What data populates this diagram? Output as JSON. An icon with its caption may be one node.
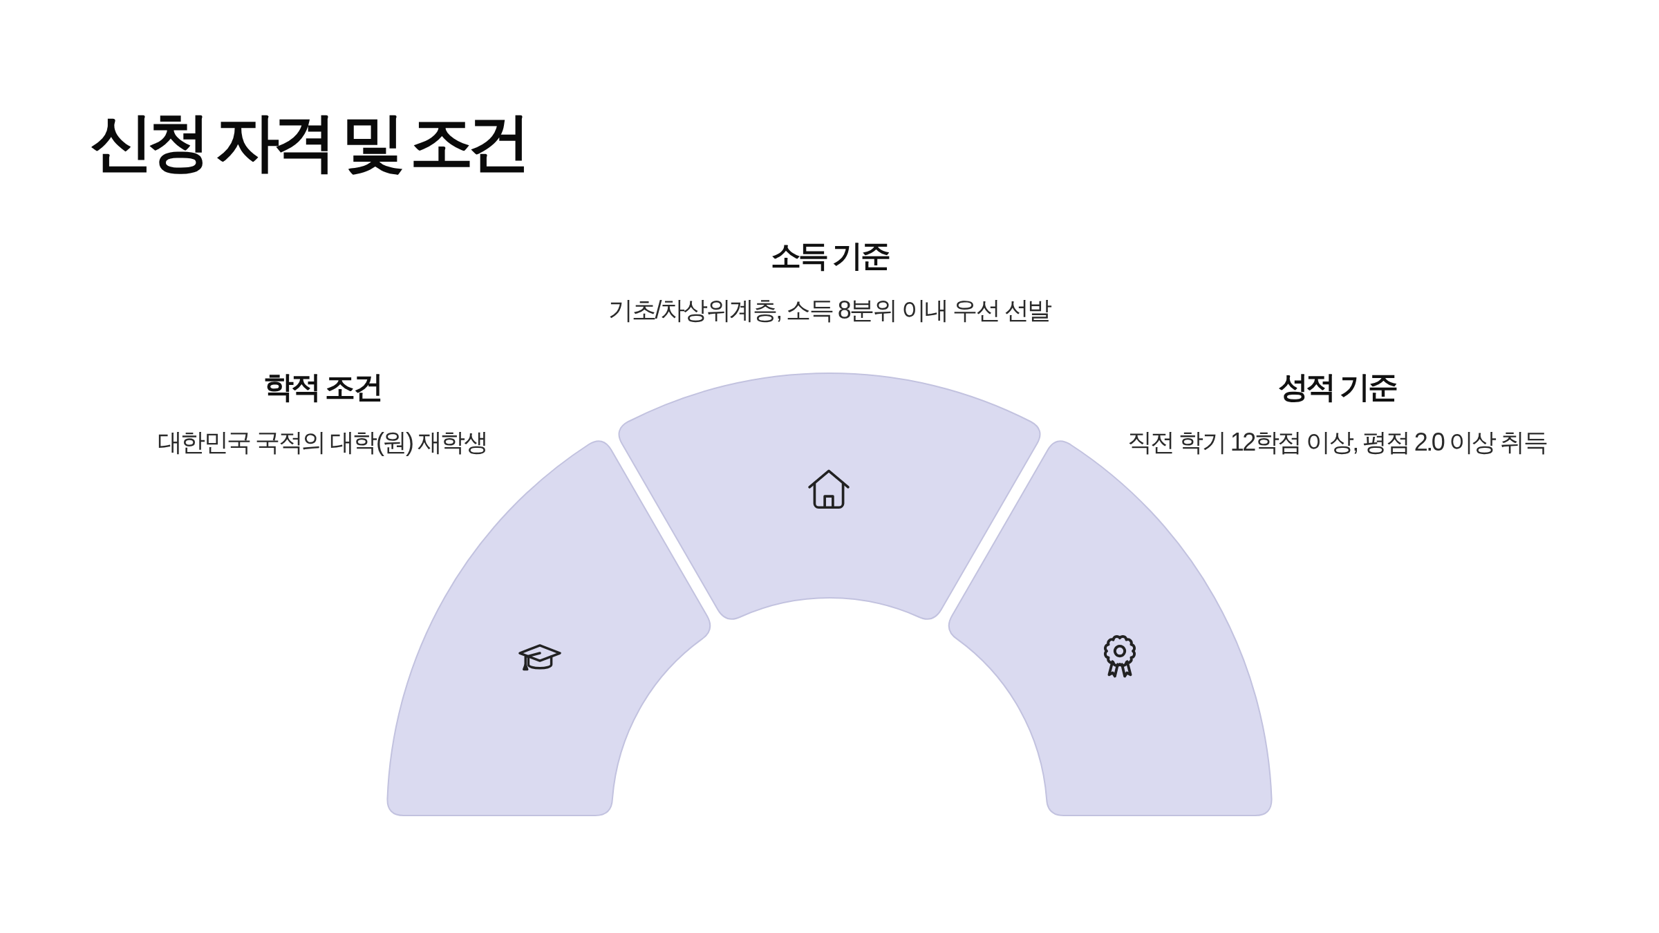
{
  "diagram": {
    "title": "신청 자격 및 조건",
    "nodes": [
      {
        "text": [],
        "shape": "arc",
        "beside": [
          "학적 조건",
          "대한민국 국적의 대학(원) 재학생"
        ]
      },
      {
        "text": [],
        "shape": "arc",
        "beside": [
          "소득 기준",
          "기초/차상위계층, 소득 8분위 이내 우선 선발"
        ]
      },
      {
        "text": [],
        "shape": "arc",
        "beside": [
          "성적 기준",
          "직전 학기 12학점 이상, 평점 2.0 이상 취득"
        ]
      }
    ]
  }
}
